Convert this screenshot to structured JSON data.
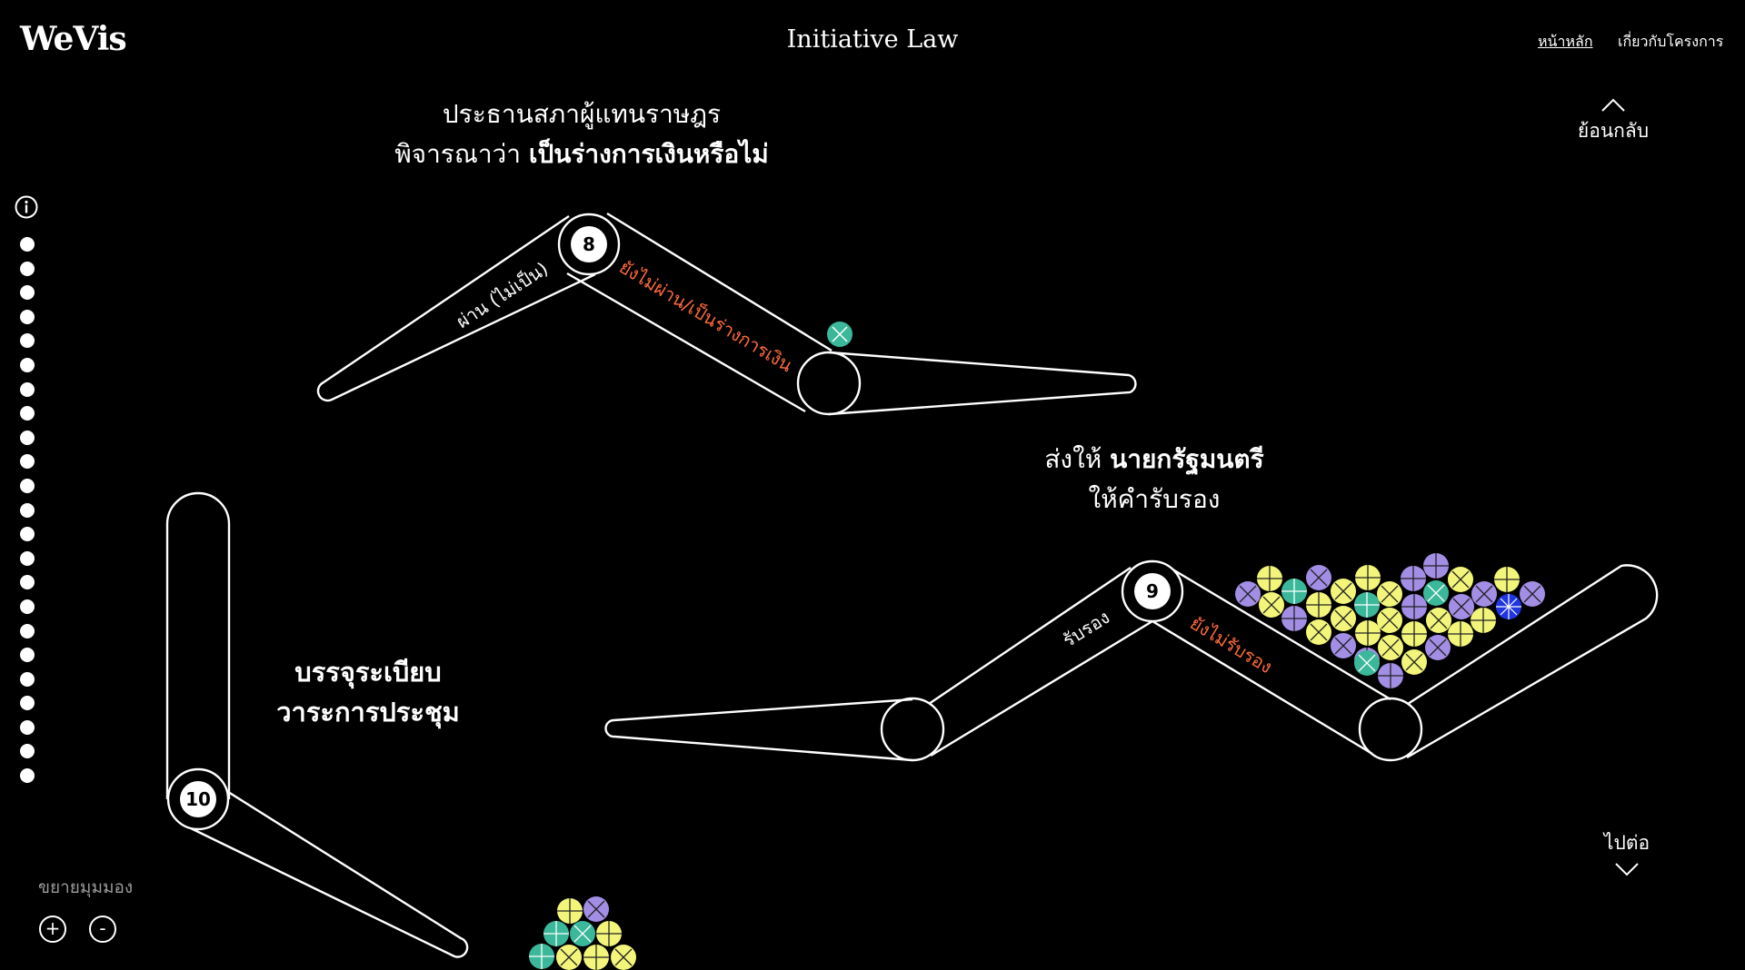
{
  "header": {
    "logo": "WeVis",
    "title": "Initiative Law",
    "nav": {
      "home": "หน้าหลัก",
      "about": "เกี่ยวกับโครงการ"
    }
  },
  "navigation": {
    "back": "ย้อนกลับ",
    "next": "ไปต่อ",
    "step_count": 23
  },
  "zoom": {
    "label": "ขยายมุมมอง",
    "in": "+",
    "out": "-"
  },
  "stages": {
    "speaker": {
      "line1": "ประธานสภาผู้แทนราษฎร",
      "line2_prefix": "พิจารณาว่า ",
      "line2_bold": "เป็นร่างการเงินหรือไม่",
      "node": "8",
      "pass": "ผ่าน (ไม่เป็น)",
      "fail": "ยังไม่ผ่าน/เป็นร่างการเงิน"
    },
    "pm": {
      "line1_prefix": "ส่งให้ ",
      "line1_bold": "นายกรัฐมนตรี",
      "line2": "ให้คำรับรอง",
      "node": "9",
      "pass": "รับรอง",
      "fail": "ยังไม่รับรอง"
    },
    "agenda": {
      "line1": "บรรจุระเบียบ",
      "line2": "วาระการประชุม",
      "node": "10"
    }
  },
  "colors": {
    "background": "#000000",
    "accent_warn": "#ff6a3d",
    "ball_yellow": "#f2f57a",
    "ball_purple": "#a38ee6",
    "ball_teal": "#3bb89a",
    "ball_blue": "#1f36e0"
  },
  "icons": {
    "info": "info-icon",
    "back": "chevron-up-icon",
    "next": "chevron-down-icon"
  }
}
